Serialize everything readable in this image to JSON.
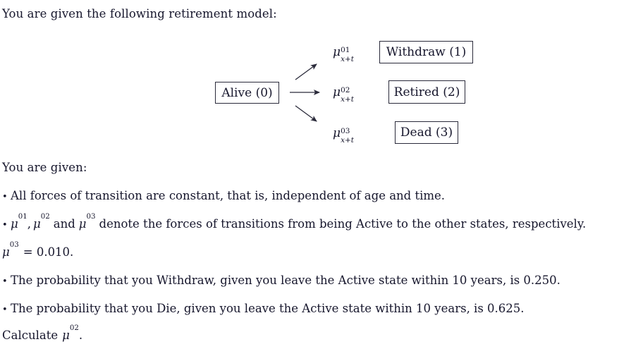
{
  "document": {
    "intro": "You are given the following retirement model:",
    "given_heading": "You are given:"
  },
  "diagram": {
    "title": "retirement-model-state-diagram",
    "source_state": {
      "label": "Alive (0)"
    },
    "transitions": [
      {
        "id": "t01",
        "rate_base": "μ",
        "superscript": "01",
        "subscript": "x+t",
        "target_label": "Withdraw (1)",
        "arrow": "up-right"
      },
      {
        "id": "t02",
        "rate_base": "μ",
        "superscript": "02",
        "subscript": "x+t",
        "target_label": "Retired (2)",
        "arrow": "right"
      },
      {
        "id": "t03",
        "rate_base": "μ",
        "superscript": "03",
        "subscript": "x+t",
        "target_label": "Dead (3)",
        "arrow": "down-right"
      }
    ]
  },
  "bullets": {
    "b1": "All forces of transition are constant, that is, independent of age and time.",
    "b2_pre": "",
    "b2_mid_1": ",",
    "b2_mid_2": "and",
    "b2_tail": "denote the forces of transitions from being Active to the other states, respectively.",
    "b2_value_line_tail": "= 0.010.",
    "b3": "The probability that you Withdraw, given you leave the Active state within 10 years, is 0.250.",
    "b4": "The probability that you Die, given you leave the Active state within 10 years, is 0.625."
  },
  "symbols": {
    "mu": "μ",
    "sup_01": "01",
    "sup_02": "02",
    "sup_03": "03",
    "sub_xt": "x+t"
  },
  "question": {
    "prefix": "Calculate",
    "symbol": "μ",
    "superscript": "02",
    "suffix": "."
  },
  "colors": {
    "text": "#16162c",
    "box_border": "#2a2a3a",
    "background": "#ffffff"
  }
}
